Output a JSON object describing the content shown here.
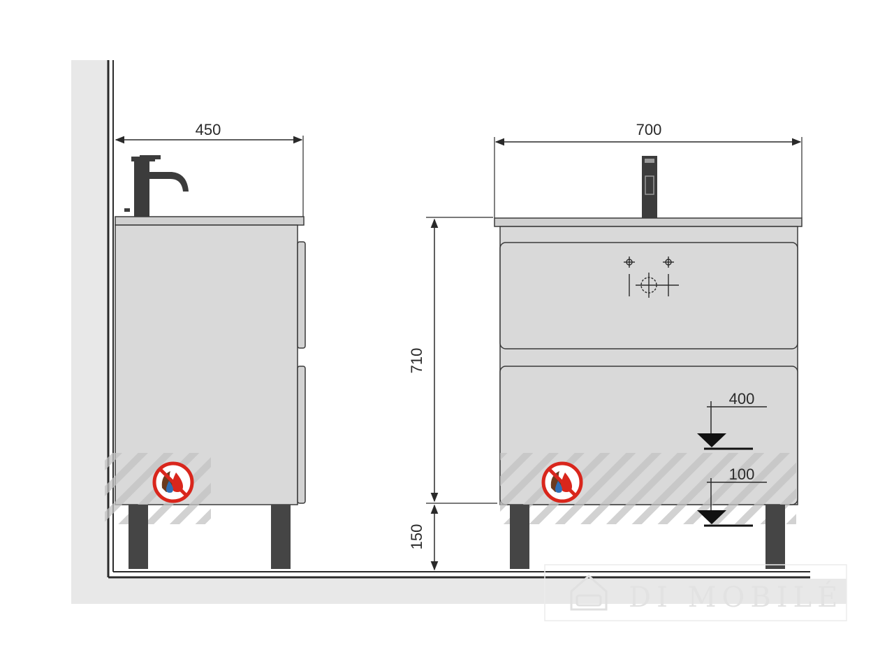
{
  "dimensions": {
    "side_depth": "450",
    "front_width": "700",
    "cabinet_height": "710",
    "leg_height": "150",
    "marker_upper": "400",
    "marker_lower": "100"
  },
  "watermark": {
    "brand": "DI MOBILÉ",
    "logo_icon": "sofa-house-logo"
  },
  "icons": {
    "no_heat_water": "no-heat-water-icon",
    "drain_water_supply": "crosshair-plumbing-icon"
  },
  "colors": {
    "wall": "#e8e8e8",
    "cabinet": "#d9d9d9",
    "outline": "#3a3a3a",
    "faucet": "#3c3c3c",
    "legs": "#454545",
    "hatch": "#bdbdbd",
    "prohibit_red": "#d9261c",
    "level_arrow": "#111111"
  }
}
